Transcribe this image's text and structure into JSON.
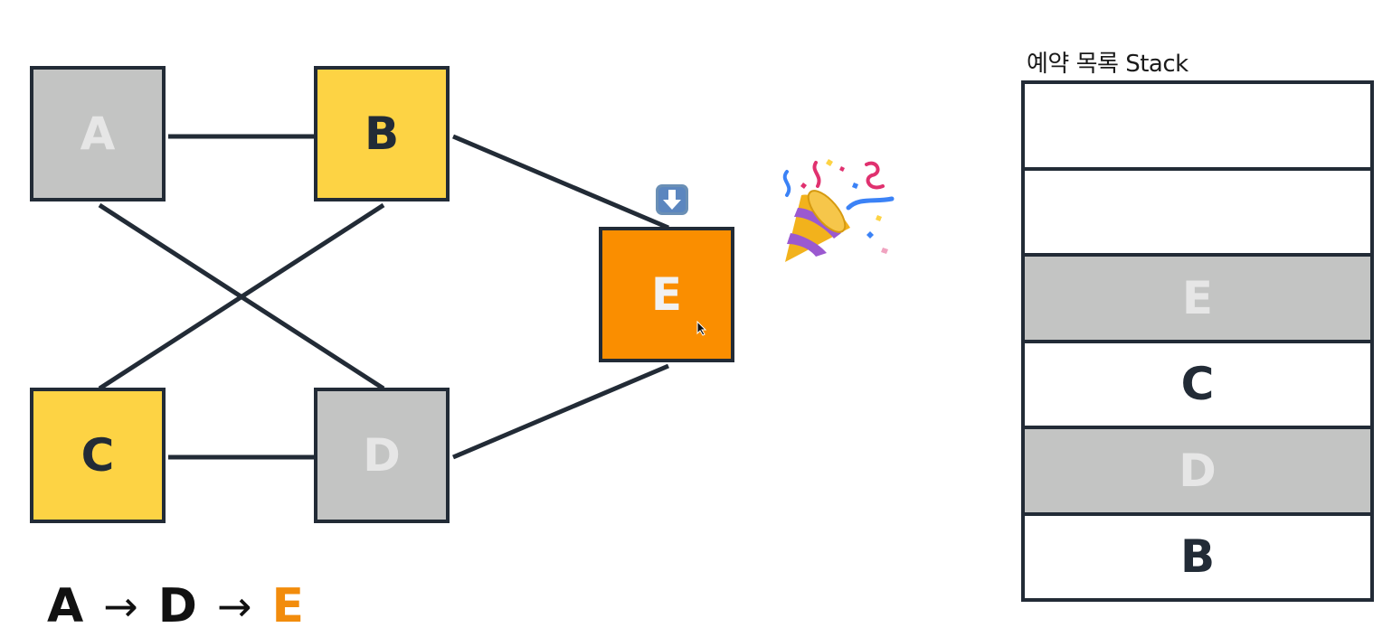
{
  "graph": {
    "nodes": [
      {
        "id": "A",
        "label": "A",
        "state": "visited"
      },
      {
        "id": "B",
        "label": "B",
        "state": "reserved"
      },
      {
        "id": "C",
        "label": "C",
        "state": "reserved"
      },
      {
        "id": "D",
        "label": "D",
        "state": "visited"
      },
      {
        "id": "E",
        "label": "E",
        "state": "current"
      }
    ],
    "edges": [
      [
        "A",
        "B"
      ],
      [
        "A",
        "D"
      ],
      [
        "B",
        "C"
      ],
      [
        "B",
        "E"
      ],
      [
        "C",
        "D"
      ],
      [
        "D",
        "E"
      ]
    ],
    "current_marker_icon": "down-arrow-icon",
    "celebration_icon": "party-popper-icon",
    "cursor_icon": "mouse-cursor-icon"
  },
  "colors": {
    "visited": "#c3c4c3",
    "reserved": "#fdd344",
    "current": "#fa8e00",
    "border": "#222b36",
    "path_current_text": "#f28c0c"
  },
  "path": {
    "steps": [
      "A",
      "D",
      "E"
    ],
    "arrow": "→"
  },
  "stack": {
    "title": "예약 목록 Stack",
    "slots": [
      {
        "label": "",
        "state": "empty"
      },
      {
        "label": "",
        "state": "empty"
      },
      {
        "label": "E",
        "state": "visited"
      },
      {
        "label": "C",
        "state": "pending"
      },
      {
        "label": "D",
        "state": "visited"
      },
      {
        "label": "B",
        "state": "pending"
      }
    ]
  }
}
